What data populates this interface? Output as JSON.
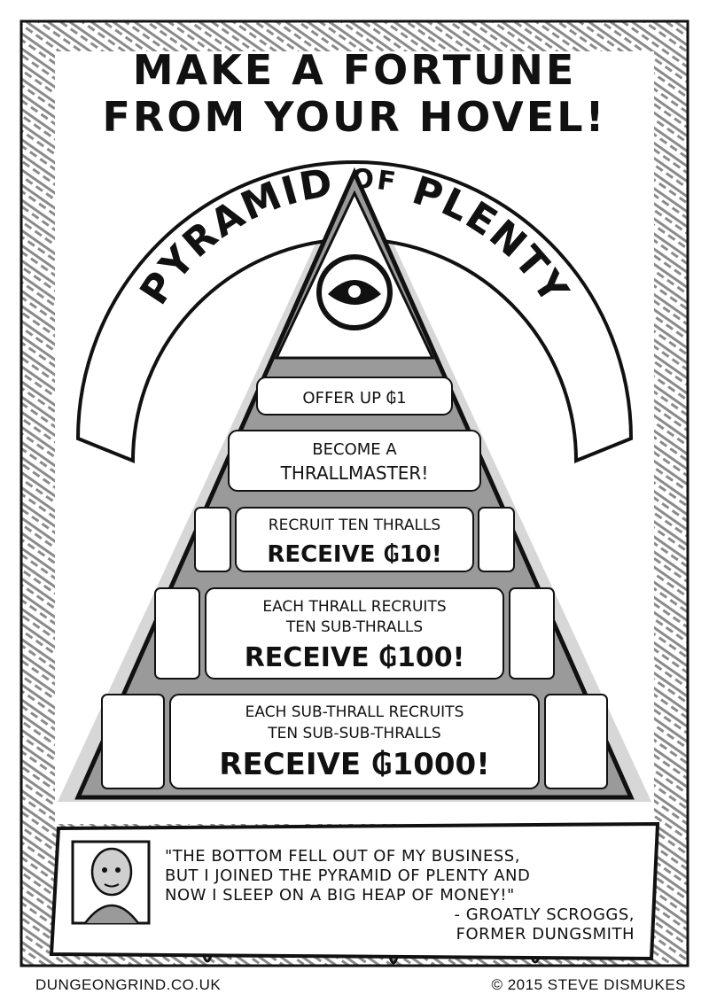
{
  "headline": {
    "line1": "MAKE A FORTUNE",
    "line2": "FROM YOUR HOVEL!"
  },
  "banner": {
    "word1": "PYRAMID",
    "word2": "OF",
    "word3": "PLENTY"
  },
  "tiers": [
    {
      "lines": [
        "OFFER UP ₲1"
      ]
    },
    {
      "lines": [
        "BECOME A",
        "THRALLMASTER!"
      ]
    },
    {
      "lines": [
        "RECRUIT TEN THRALLS"
      ],
      "big": "RECEIVE ₲10!"
    },
    {
      "lines": [
        "EACH THRALL RECRUITS",
        "TEN SUB-THRALLS"
      ],
      "big": "RECEIVE ₲100!"
    },
    {
      "lines": [
        "EACH SUB-THRALL RECRUITS",
        "TEN SUB-SUB-THRALLS"
      ],
      "big": "RECEIVE ₲1000!"
    }
  ],
  "testimonial": {
    "quote_lines": [
      "\"THE BOTTOM FELL OUT OF MY BUSINESS,",
      "BUT I JOINED THE PYRAMID OF PLENTY AND",
      "NOW I SLEEP ON A BIG HEAP OF MONEY!\""
    ],
    "attribution_lines": [
      "- GROATLY SCROGGS,",
      "FORMER DUNGSMITH"
    ]
  },
  "footer": {
    "left": "DUNGEONGRIND.CO.UK",
    "right": "© 2015 STEVE DISMUKES"
  },
  "colors": {
    "ink": "#111111",
    "hatch_gray": "#8a8a8a",
    "brick_gray": "#9a9a9a",
    "paper": "#ffffff"
  }
}
